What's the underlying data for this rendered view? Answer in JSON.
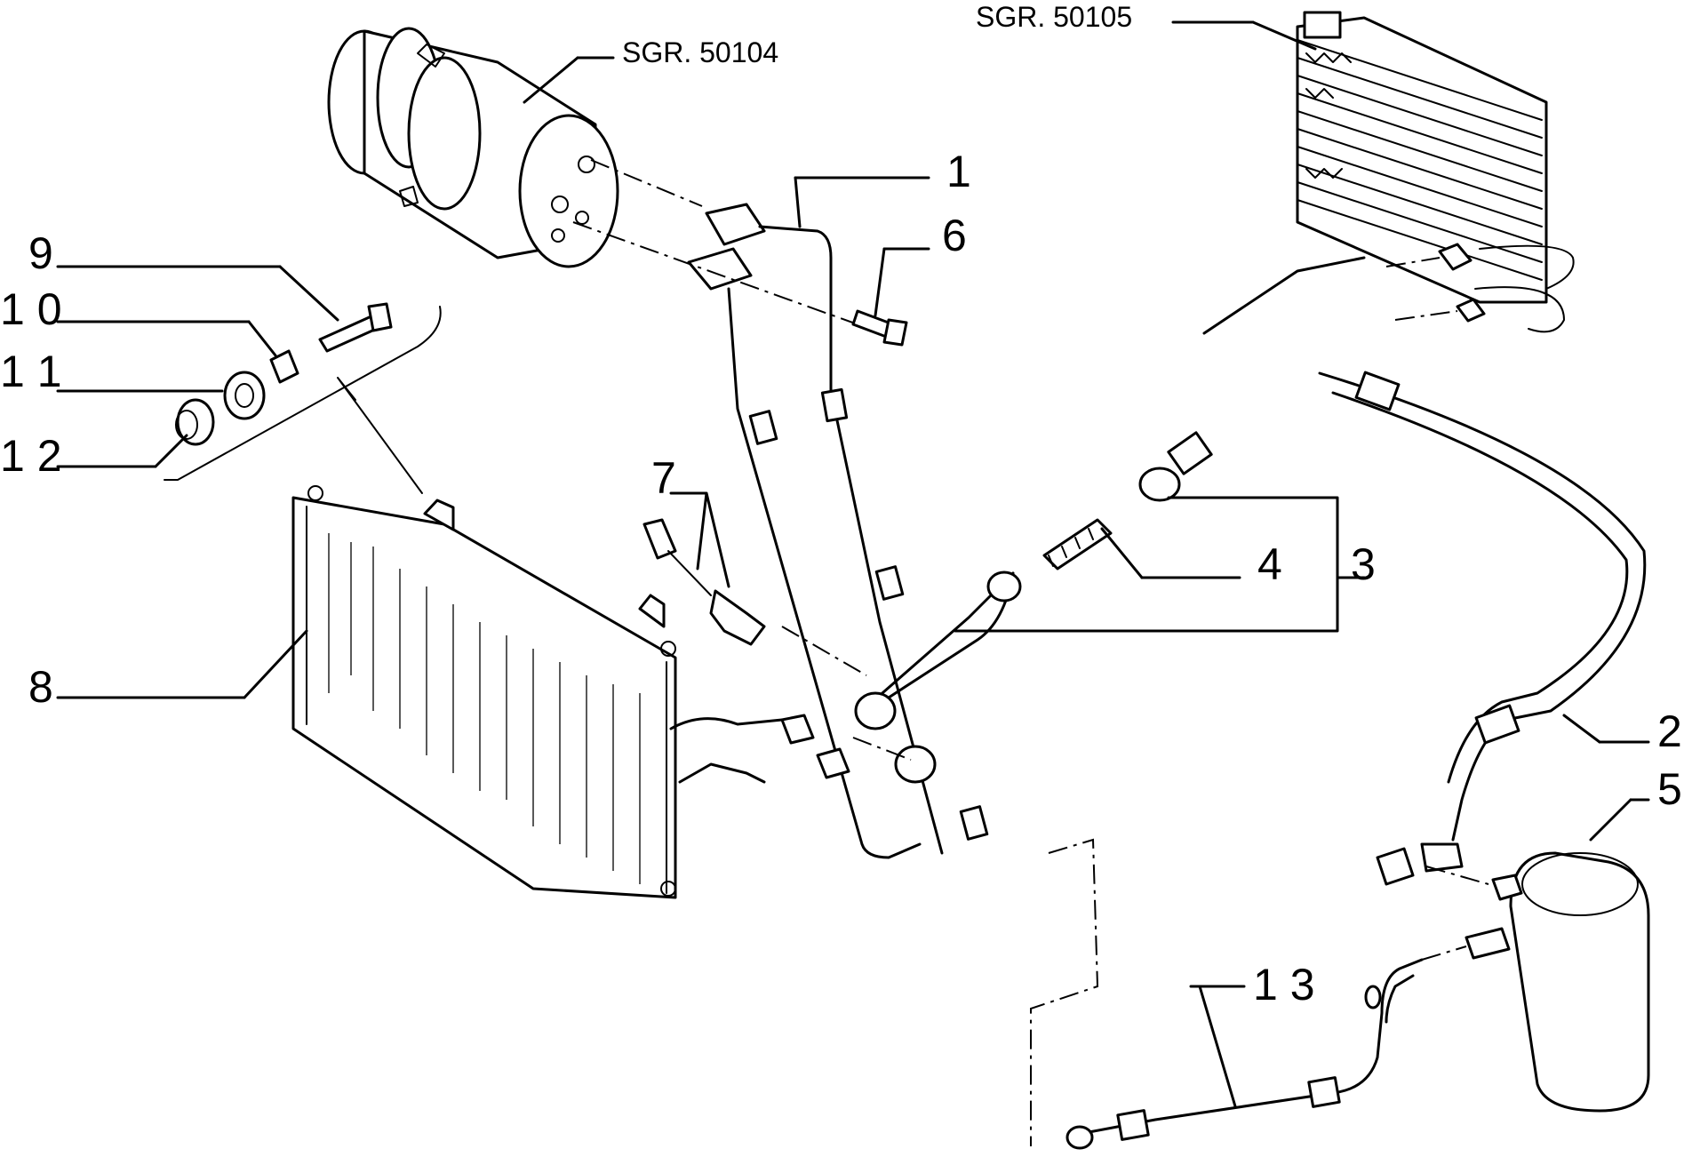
{
  "references": {
    "compressor": "SGR. 50104",
    "evaporator": "SGR. 50105"
  },
  "callouts": {
    "c1": "1",
    "c2": "2",
    "c3": "3",
    "c4": "4",
    "c5": "5",
    "c6": "6",
    "c7": "7",
    "c8": "8",
    "c9": "9",
    "c10": "1 0",
    "c11": "1 1",
    "c12": "1 2",
    "c13": "1 3"
  }
}
